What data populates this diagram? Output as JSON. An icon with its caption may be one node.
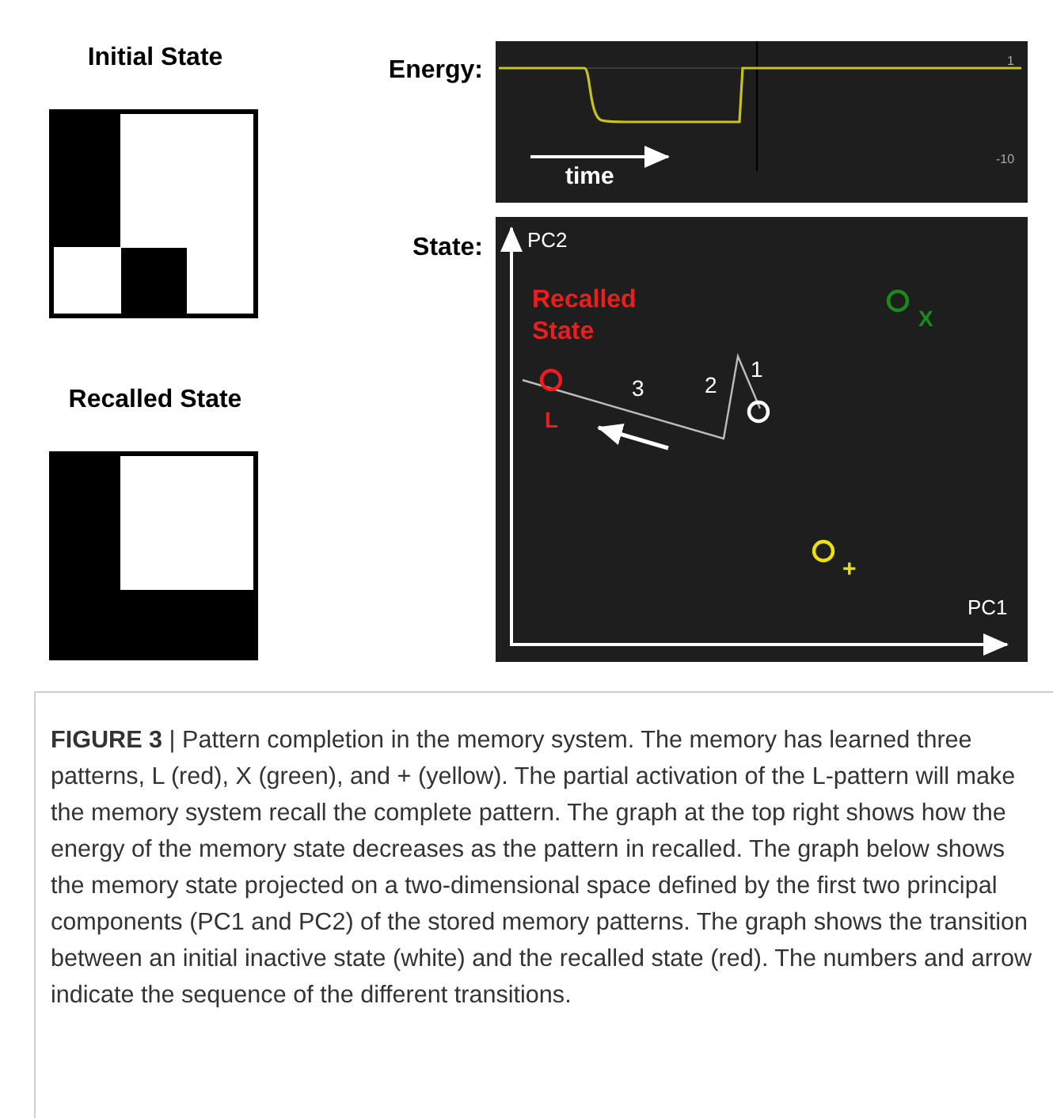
{
  "diagram": {
    "caption": "**FIGURE 3** | Pattern completion in the memory system. The memory has learned three patterns, L (red), X (green), and + (yellow). The partial activation of the L-pattern will make the memory system recall the complete pattern. The graph at the top right shows how the energy of the memory state decreases as the pattern in recalled. The graph below shows the memory state projected on a two-dimensional space defined by the first two principal components (PC1 and PC2) of the stored memory patterns. The graph shows the transition between an initial inactive state (white) and the recalled state (red). The numbers and arrow indicate the sequence of the different transitions.",
    "labels": [
      "Initial State",
      "Energy:",
      "1",
      "time",
      "-10",
      "State:",
      "PC2",
      "Recalled State",
      "X",
      "Recalled State",
      "1",
      "3",
      "2",
      "L",
      "+",
      "PC1"
    ]
  }
}
